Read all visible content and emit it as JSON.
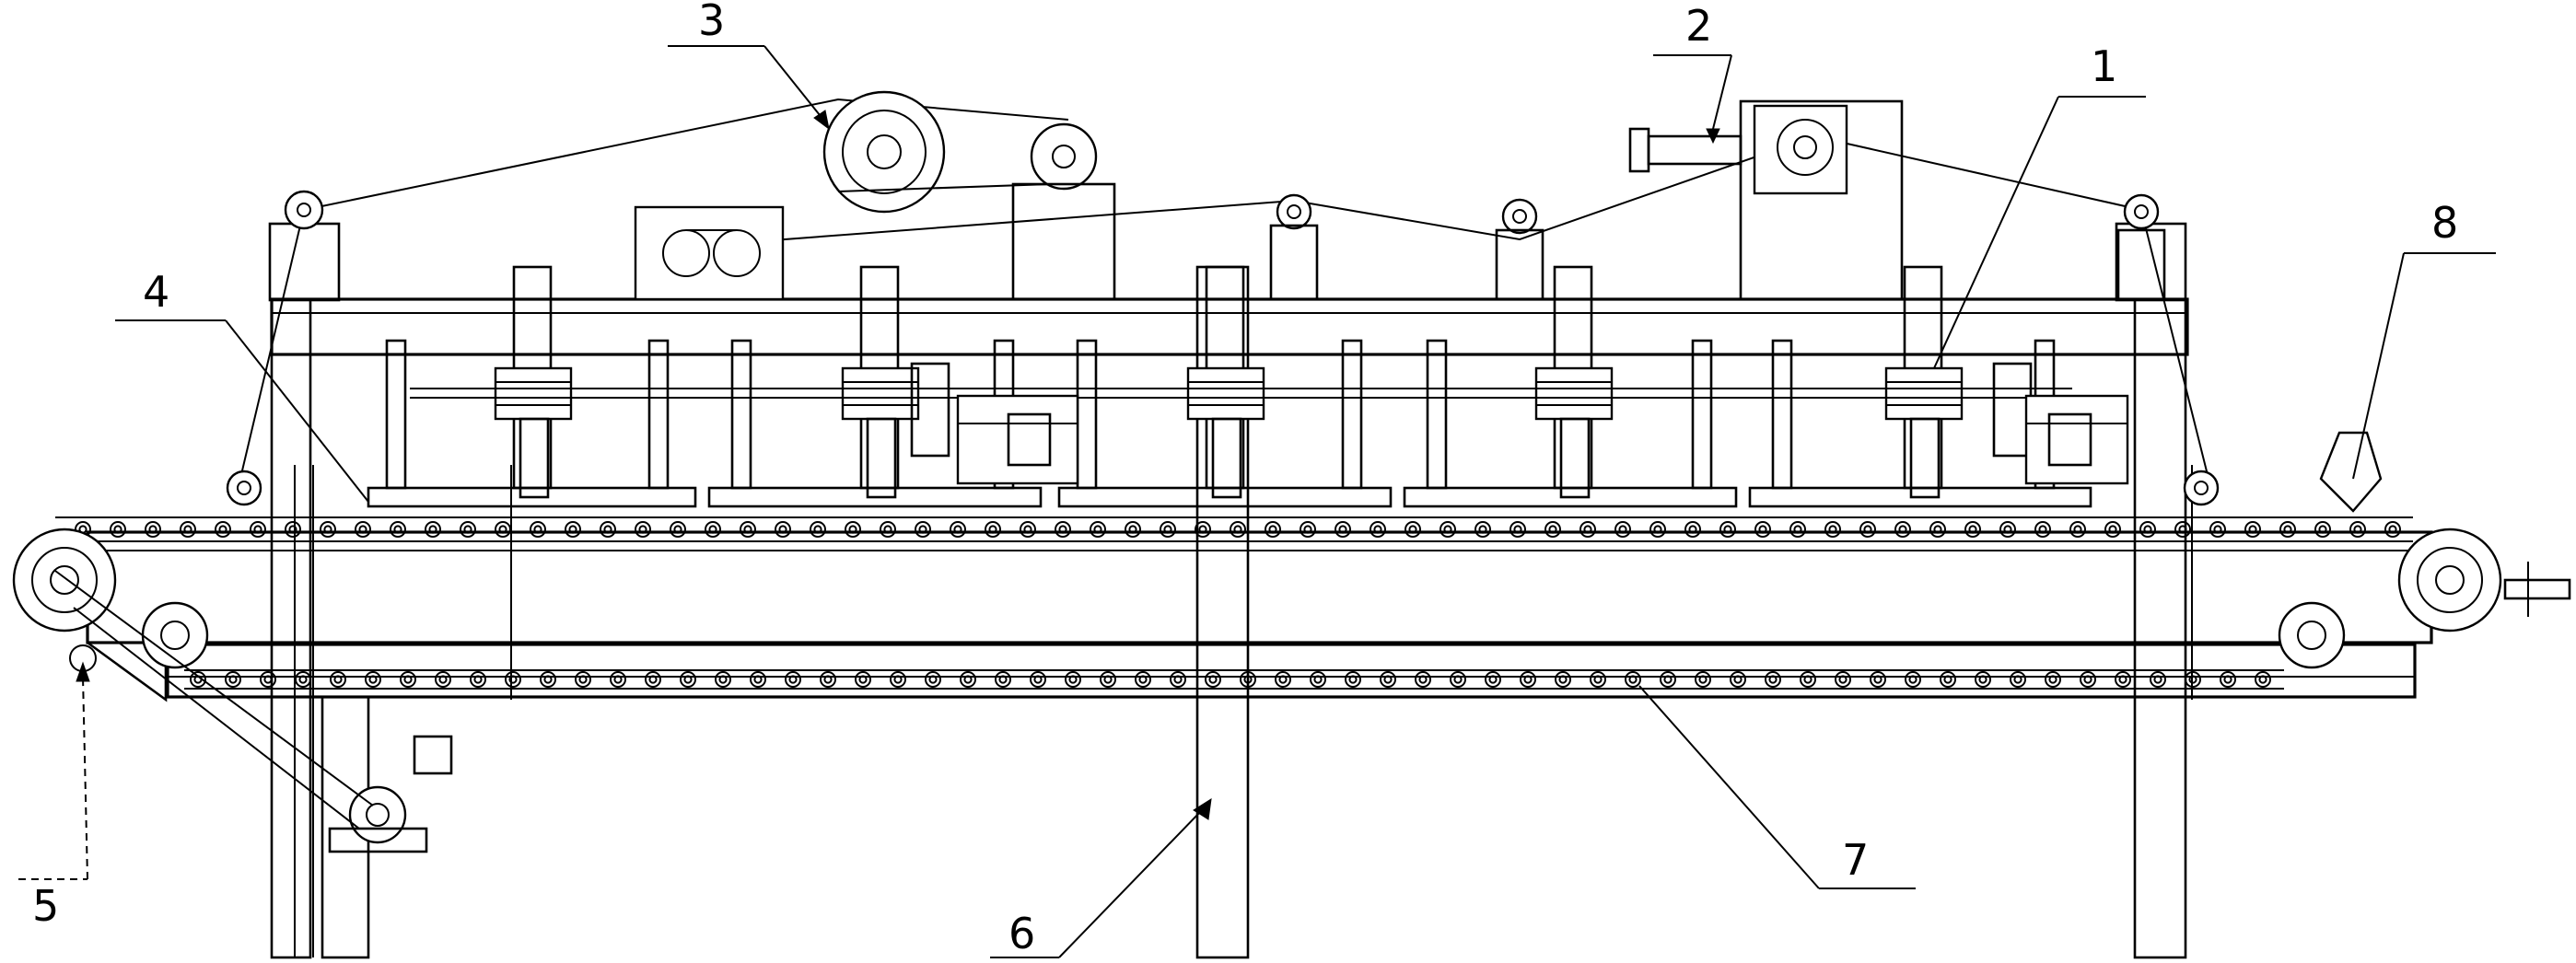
{
  "callouts": [
    {
      "id": "1",
      "label": "1"
    },
    {
      "id": "2",
      "label": "2"
    },
    {
      "id": "3",
      "label": "3"
    },
    {
      "id": "4",
      "label": "4"
    },
    {
      "id": "5",
      "label": "5"
    },
    {
      "id": "6",
      "label": "6"
    },
    {
      "id": "7",
      "label": "7"
    },
    {
      "id": "8",
      "label": "8"
    }
  ],
  "colors": {
    "ink": "#000000",
    "paper": "#ffffff"
  }
}
